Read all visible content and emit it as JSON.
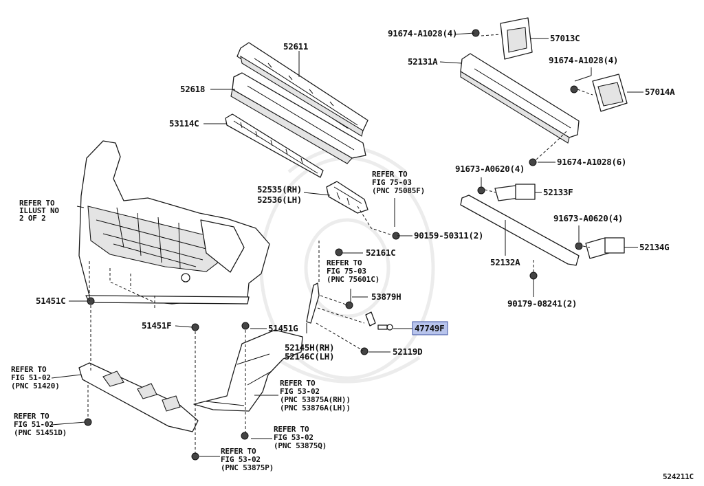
{
  "labels": {
    "p52611": "52611",
    "p52618": "52618",
    "p53114c": "53114C",
    "p52535": "52535(RH)",
    "p52536": "52536(LH)",
    "p52161c": "52161C",
    "p53879h": "53879H",
    "p47749f": "47749F",
    "p52119d": "52119D",
    "p52145h": "52145H(RH)",
    "p52146c": "52146C(LH)",
    "p51451c": "51451C",
    "p51451f": "51451F",
    "p51451g": "51451G",
    "p91674_top": "91674-A1028(4)",
    "p57013c": "57013C",
    "p52131a": "52131A",
    "p91674_mid": "91674-A1028(4)",
    "p57014a": "57014A",
    "p91674_6": "91674-A1028(6)",
    "p91673_left": "91673-A0620(4)",
    "p52133f": "52133F",
    "p90159": "90159-50311(2)",
    "p91673_right": "91673-A0620(4)",
    "p52134g": "52134G",
    "p52132a": "52132A",
    "p90179": "90179-08241(2)"
  },
  "refs": {
    "illust": [
      "REFER TO",
      "ILLUST NO",
      "2 OF 2"
    ],
    "fig75_75085f": [
      "REFER TO",
      "FIG 75-03",
      "(PNC 75085F)"
    ],
    "fig75_75601c": [
      "REFER TO",
      "FIG 75-03",
      "(PNC 75601C)"
    ],
    "fig51_51420": [
      "REFER TO",
      "FIG 51-02",
      "(PNC 51420)"
    ],
    "fig51_51451d": [
      "REFER TO",
      "FIG 51-02",
      "(PNC 51451D)"
    ],
    "fig53_53875a": [
      "REFER TO",
      "FIG 53-02",
      "(PNC 53875A(RH))",
      "(PNC 53876A(LH))"
    ],
    "fig53_53875q": [
      "REFER TO",
      "FIG 53-02",
      "(PNC 53875Q)"
    ],
    "fig53_53875p": [
      "REFER TO",
      "FIG 53-02",
      "(PNC 53875P)"
    ]
  },
  "footer": {
    "diagram_id": "524211C"
  },
  "highlight_color": "#b8c4ec"
}
